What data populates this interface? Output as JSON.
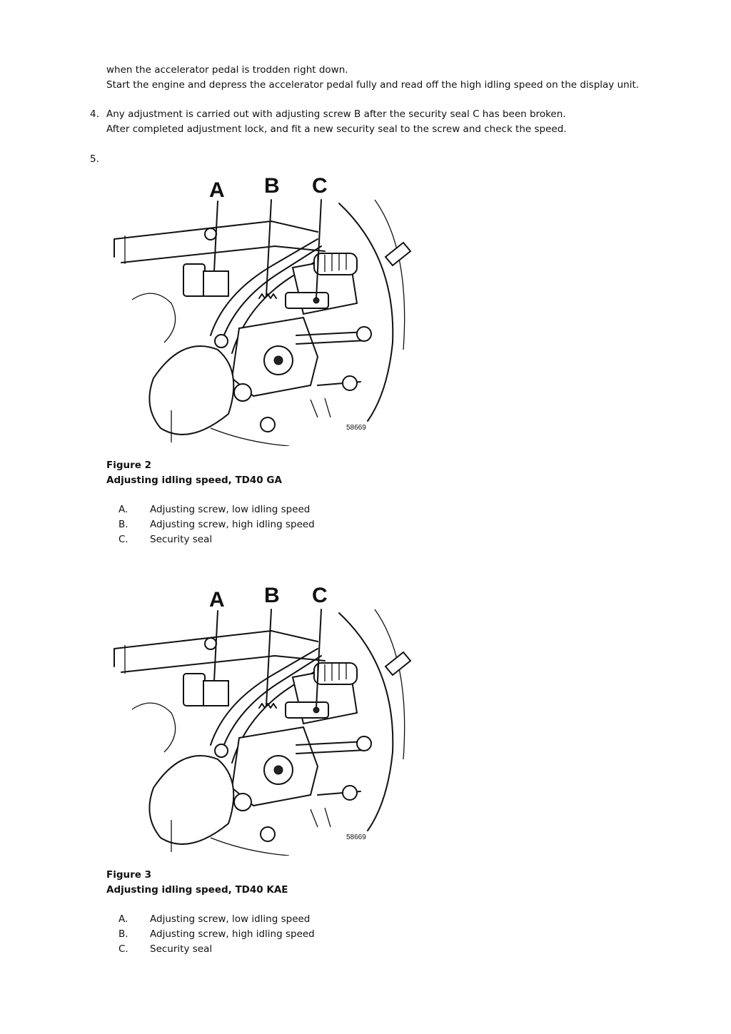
{
  "intro": {
    "line1": "when the accelerator pedal is trodden right down.",
    "line2": "Start the engine and depress the accelerator pedal fully and read off the high idling speed on the display unit."
  },
  "step4": {
    "number": "4.",
    "line1": "Any adjustment is carried out with adjusting screw B after the security seal C has been broken.",
    "line2": "After completed adjustment lock, and fit a new security seal to the screw and check the speed."
  },
  "step5": {
    "number": "5."
  },
  "figures": [
    {
      "callouts": [
        "A",
        "B",
        "C"
      ],
      "drawing_code": "58669",
      "label": "Figure 2",
      "caption": "Adjusting idling speed, TD40 GA",
      "legend": [
        {
          "key": "A.",
          "text": "Adjusting screw, low idling speed"
        },
        {
          "key": "B.",
          "text": "Adjusting screw, high idling speed"
        },
        {
          "key": "C.",
          "text": "Security seal"
        }
      ]
    },
    {
      "callouts": [
        "A",
        "B",
        "C"
      ],
      "drawing_code": "58669",
      "label": "Figure 3",
      "caption": "Adjusting idling speed, TD40 KAE",
      "legend": [
        {
          "key": "A.",
          "text": "Adjusting screw, low idling speed"
        },
        {
          "key": "B.",
          "text": "Adjusting screw, high idling speed"
        },
        {
          "key": "C.",
          "text": "Security seal"
        }
      ]
    }
  ]
}
